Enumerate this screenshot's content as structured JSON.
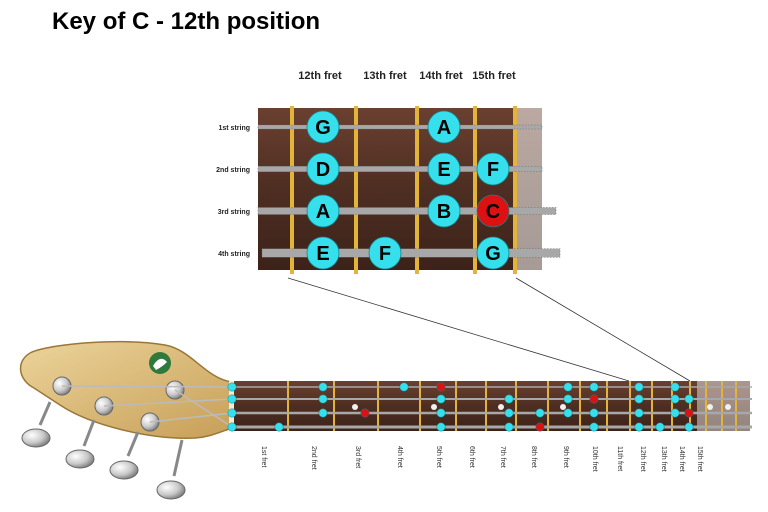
{
  "title": "Key of C - 12th position",
  "zoom": {
    "fret_headers": [
      "12th fret",
      "13th fret",
      "14th fret",
      "15th fret"
    ],
    "string_labels": [
      "1st string",
      "2nd string",
      "3rd string",
      "4th string"
    ],
    "notes": [
      {
        "string": 1,
        "fret": 12,
        "label": "G",
        "root": false
      },
      {
        "string": 1,
        "fret": 14,
        "label": "A",
        "root": false
      },
      {
        "string": 2,
        "fret": 12,
        "label": "D",
        "root": false
      },
      {
        "string": 2,
        "fret": 14,
        "label": "E",
        "root": false
      },
      {
        "string": 2,
        "fret": 15,
        "label": "F",
        "root": false
      },
      {
        "string": 3,
        "fret": 12,
        "label": "A",
        "root": false
      },
      {
        "string": 3,
        "fret": 14,
        "label": "B",
        "root": false
      },
      {
        "string": 3,
        "fret": 15,
        "label": "C",
        "root": true
      },
      {
        "string": 4,
        "fret": 12,
        "label": "E",
        "root": false
      },
      {
        "string": 4,
        "fret": 13,
        "label": "F",
        "root": false
      },
      {
        "string": 4,
        "fret": 15,
        "label": "G",
        "root": true
      }
    ]
  },
  "neck": {
    "fret_labels": [
      "1st fret",
      "2nd fret",
      "3rd fret",
      "4th fret",
      "5th fret",
      "6th fret",
      "7th fret",
      "8th fret",
      "9th fret",
      "10th fret",
      "11th fret",
      "12th fret",
      "13th fret",
      "14th fret",
      "15th fret"
    ],
    "dots": [
      {
        "string": 1,
        "fret": 0,
        "root": false
      },
      {
        "string": 2,
        "fret": 0,
        "root": false
      },
      {
        "string": 3,
        "fret": 0,
        "root": false
      },
      {
        "string": 4,
        "fret": 0,
        "root": false
      },
      {
        "string": 1,
        "fret": 3,
        "root": false
      },
      {
        "string": 2,
        "fret": 3,
        "root": false
      },
      {
        "string": 3,
        "fret": 3,
        "root": false
      },
      {
        "string": 4,
        "fret": 1,
        "root": false
      },
      {
        "string": 3,
        "fret": 4,
        "root": true
      },
      {
        "string": 1,
        "fret": 5,
        "root": false
      },
      {
        "string": 1,
        "fret": 6,
        "root": true
      },
      {
        "string": 2,
        "fret": 6,
        "root": false
      },
      {
        "string": 3,
        "fret": 6,
        "root": false
      },
      {
        "string": 4,
        "fret": 6,
        "root": false
      },
      {
        "string": 2,
        "fret": 8,
        "root": false
      },
      {
        "string": 3,
        "fret": 8,
        "root": false
      },
      {
        "string": 4,
        "fret": 8,
        "root": false
      },
      {
        "string": 3,
        "fret": 9,
        "root": false
      },
      {
        "string": 4,
        "fret": 9,
        "root": true
      },
      {
        "string": 1,
        "fret": 10,
        "root": false
      },
      {
        "string": 2,
        "fret": 10,
        "root": false
      },
      {
        "string": 3,
        "fret": 10,
        "root": false
      },
      {
        "string": 1,
        "fret": 11,
        "root": false
      },
      {
        "string": 2,
        "fret": 11,
        "root": true
      },
      {
        "string": 3,
        "fret": 11,
        "root": false
      },
      {
        "string": 4,
        "fret": 11,
        "root": false
      },
      {
        "string": 1,
        "fret": 12,
        "root": false
      },
      {
        "string": 2,
        "fret": 12,
        "root": false
      },
      {
        "string": 3,
        "fret": 12,
        "root": false
      },
      {
        "string": 4,
        "fret": 12,
        "root": false
      },
      {
        "string": 4,
        "fret": 13,
        "root": false
      },
      {
        "string": 1,
        "fret": 14,
        "root": false
      },
      {
        "string": 2,
        "fret": 14,
        "root": false
      },
      {
        "string": 3,
        "fret": 14,
        "root": false
      },
      {
        "string": 2,
        "fret": 15,
        "root": false
      },
      {
        "string": 3,
        "fret": 15,
        "root": true
      },
      {
        "string": 4,
        "fret": 15,
        "root": false
      }
    ]
  },
  "colors": {
    "note_fill": "#35e0ec",
    "root_fill": "#dd1111",
    "fretboard": "#4e2e22",
    "fret_wire": "#e2b53a",
    "headstock": "#d9b978",
    "string": "#a8a8a8"
  }
}
